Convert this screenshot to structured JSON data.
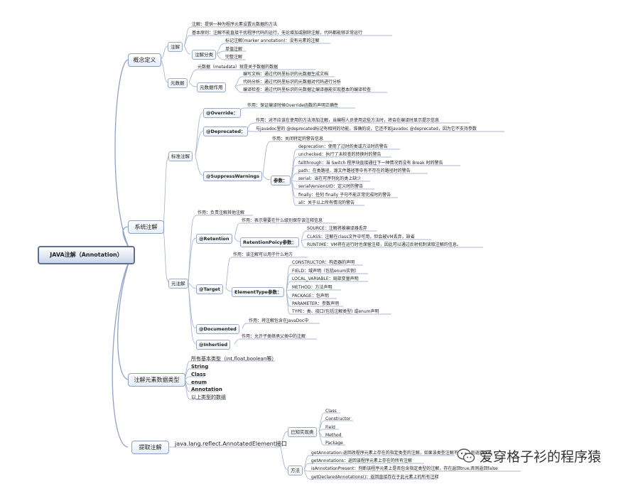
{
  "root": "JAVA注解（Annotation）",
  "branches": {
    "concept": {
      "label": "概念定义",
      "annotation": {
        "label": "注解",
        "items": [
          "注解：提供一种为程序元素设置元数据的方法",
          "基本原则：注解不能直接干扰程序代码的运行，无论增加或删除注解，代码都能够正常运行"
        ],
        "classify": {
          "label": "注解分类",
          "items": [
            "标记注解(marker annotation)：没有元素的注解",
            "单值注解",
            "完整注解"
          ]
        }
      },
      "metadata": {
        "label": "元数据",
        "desc": "元数据（metadata）就是关于数据的数据",
        "role": {
          "label": "元数据作用",
          "items": [
            "编写文档：通过代码里标识的元数据生成文档",
            "代码分析：通过代码里标识的元数据对代码进行分析",
            "编译检查：通过代码里标识的元数据让编译器能实现基本的编译检查"
          ]
        }
      }
    },
    "system": {
      "label": "系统注解",
      "standard": {
        "label": "标准注解",
        "override": {
          "label": "@Override：",
          "desc": "作用：保证编译时候Override函数的声明正确性"
        },
        "deprecated": {
          "label": "@Deprecated：",
          "desc1": "作用：对不应该在使用的方法添加注解，当编程人员使用这些方法时，将会在编译时显示提示信息",
          "desc2": "与javadoc里的 @deprecated标记有相同的功能，准确的说，它还不如javadoc @deprecated，因为它不支持参数"
        },
        "suppress": {
          "label": "@SuppressWarnings",
          "desc": "作用：关闭特定的警告信息",
          "params_label": "参数：",
          "params": [
            "deprecation：使用了过时的类或方法时的警告",
            "unchecked：执行了未检查的转换时的警告",
            "fallthrough：当 Switch 程序块直接通往下一种情况而没有 Break 时的警告",
            "path：在类路径、源文件路径等中有不存在的路径时的警告",
            "serial：当在可序列化的类上缺少",
            "serialVersionUID：定义时的警告",
            "finally：任何 finally 子句不能正常完成时的警告",
            "all：关于以上所有情况的警告"
          ]
        }
      },
      "meta": {
        "label": "元注解",
        "desc": "作用：负责注解其他注解",
        "retention": {
          "label": "@Retention",
          "desc": "作用：表示需要在什么级别保存该注释信息",
          "policy_label": "RetentionPoicy参数：",
          "items": [
            "SOURCE：注解将被编译器丢弃",
            "CLASS：注解在class文件中可用，但会被VM丢弃，缺省",
            "RUNTIME：VM将在运行时也保留注释，因此可以通过反射机制读取注解的信息。"
          ]
        },
        "target": {
          "label": "@Target",
          "desc": "作用：该注解可以用于什么地方",
          "type_label": "ElementType参数：",
          "items": [
            "CONSTRUCTOR：构造器的声明",
            "FIELD：域声明（包括enum实例）",
            "LOCAL_VARIABLE：局部变量声明",
            "METHOD：方法声明",
            "PACKAGE：包声明",
            "PARAMETER：参数声明",
            "TYPE：类、接口(包括注解类型) 或enum声明"
          ]
        },
        "documented": {
          "label": "@Documented",
          "desc": "作用：将注解包含在JavaDoc中"
        },
        "inherited": {
          "label": "@Inhertied",
          "desc": "作用：允许子类继承父类中的注解"
        }
      }
    },
    "element_types": {
      "label": "注解元素数据类型",
      "items": [
        "所有基本类型（int,float,boolean等）",
        "String",
        "Class",
        "enum",
        "Annotation",
        "以上类型的数组"
      ]
    },
    "extract": {
      "label": "提取注解",
      "interface": "java.lang.reflect.AnnotatedElement接口",
      "impl": {
        "label": "已知实现类",
        "items": [
          "Class",
          "Constructor",
          "Field",
          "Method",
          "Package"
        ]
      },
      "methods": {
        "label": "方法",
        "items": [
          "getAnnotation:返回改程序元素上存在的指定类型的注解，如果该类型注解不存在，则返回null",
          "getAnnotations：返回该程序元素上存在的所有注解",
          "isAnnotationPresent：判断该程序元素上是否包含指定类型的注解，存在返回true,否则返回false",
          "getDeclaredAnnotations()：返回直接存在于此元素上的所有注释"
        ]
      }
    }
  },
  "watermark": "爱穿格子衫的程序猿"
}
